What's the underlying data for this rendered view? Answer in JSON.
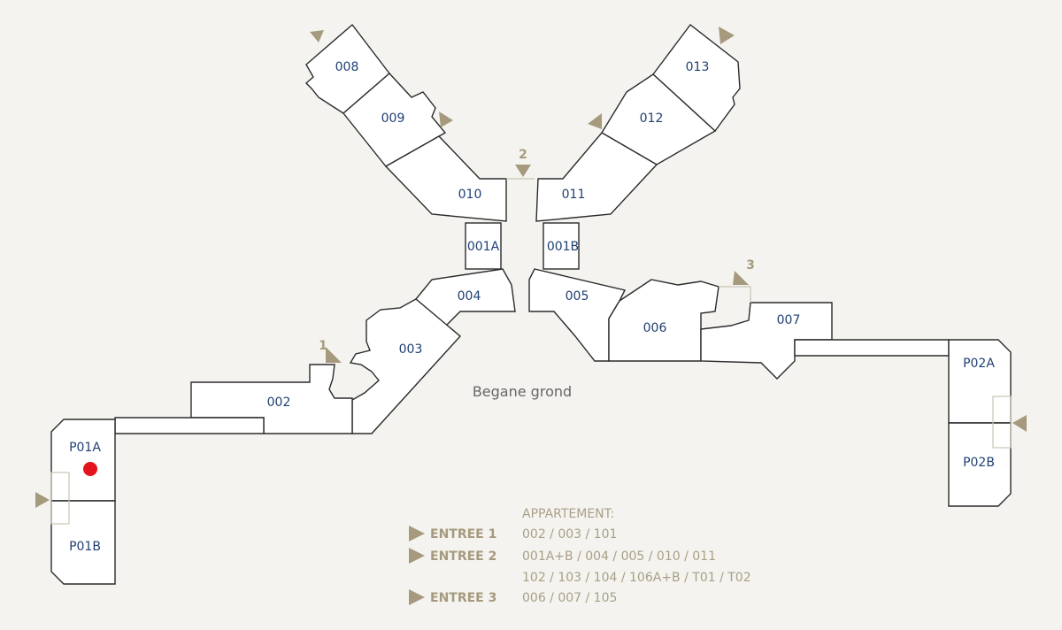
{
  "floor_label": "Begane grond",
  "colors": {
    "background": "#f4f3ef",
    "room_fill": "#ffffff",
    "wall": "#2b2b2b",
    "room_label": "#1f3f73",
    "accent": "#a69a7e",
    "marker": "#e3141b"
  },
  "units": {
    "u008": "008",
    "u009": "009",
    "u010": "010",
    "u011": "011",
    "u012": "012",
    "u013": "013",
    "u001A": "001A",
    "u001B": "001B",
    "u004": "004",
    "u005": "005",
    "u003": "003",
    "u002": "002",
    "u006": "006",
    "u007": "007",
    "uP01A": "P01A",
    "uP01B": "P01B",
    "uP02A": "P02A",
    "uP02B": "P02B"
  },
  "entrance_numbers": {
    "e1": "1",
    "e2": "2",
    "e3": "3"
  },
  "legend": {
    "heading": "APPARTEMENT:",
    "entree1": {
      "name": "ENTREE 1",
      "units": "002 / 003 / 101"
    },
    "entree2": {
      "name": "ENTREE 2",
      "units": "001A+B / 004 / 005 / 010 / 011",
      "units2": "102 / 103 / 104 / 106A+B / T01 / T02"
    },
    "entree3": {
      "name": "ENTREE 3",
      "units": "006 / 007 / 105"
    }
  }
}
